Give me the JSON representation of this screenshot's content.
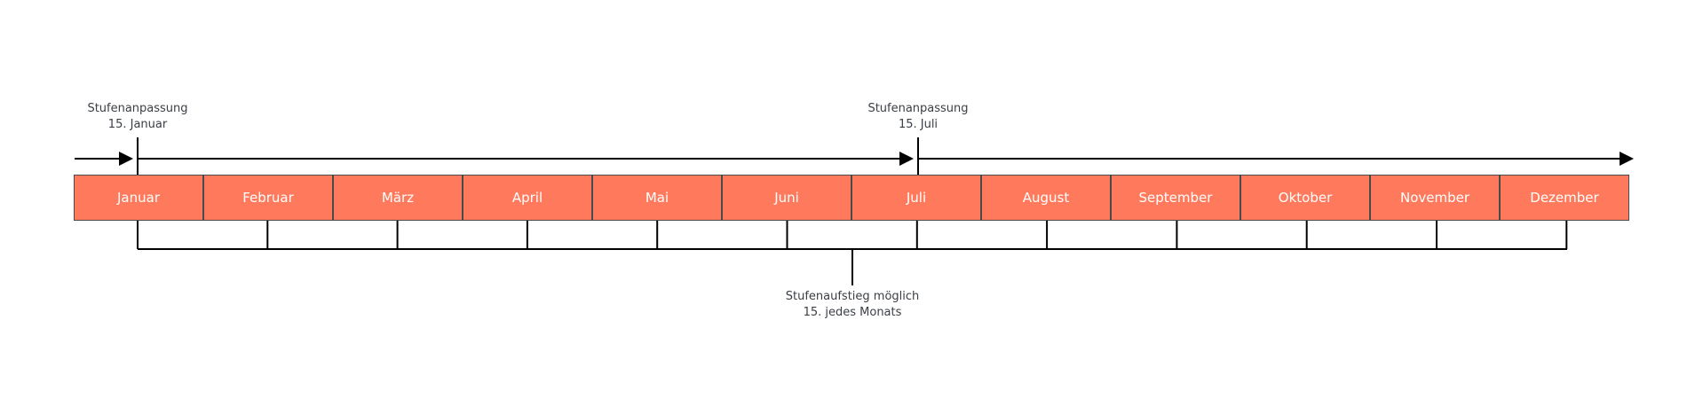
{
  "top_labels": [
    {
      "title": "Stufenanpassung",
      "date": "15. Januar"
    },
    {
      "title": "Stufenanpassung",
      "date": "15. Juli"
    }
  ],
  "months": [
    "Januar",
    "Februar",
    "März",
    "April",
    "Mai",
    "Juni",
    "Juli",
    "August",
    "September",
    "Oktober",
    "November",
    "Dezember"
  ],
  "bottom_label": {
    "title": "Stufenaufstieg möglich",
    "date": "15. jedes Monats"
  },
  "colors": {
    "month_fill": "#ff7a5c",
    "month_border": "#4a4a4a",
    "line": "#000000",
    "text": "#3a3f45",
    "month_text": "#ffffff"
  }
}
